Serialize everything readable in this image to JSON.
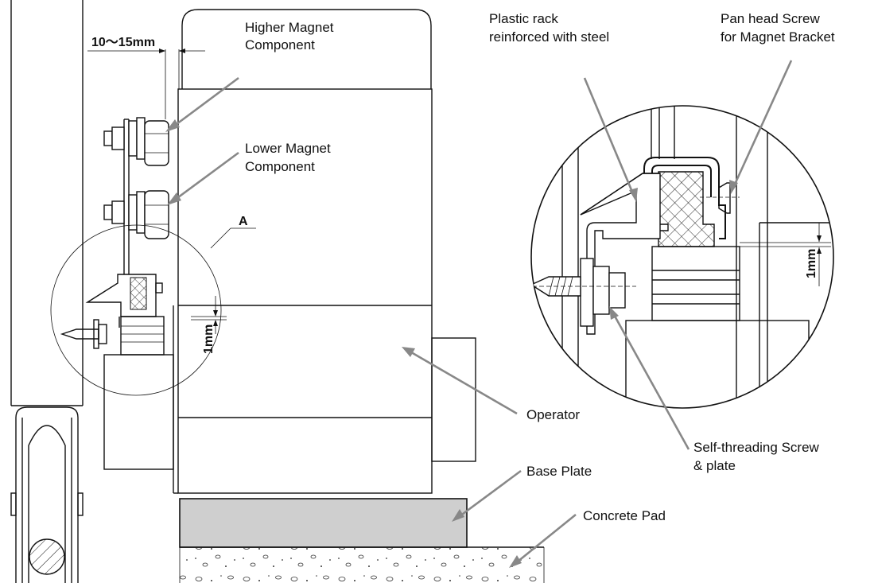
{
  "labels": {
    "higher_magnet": [
      "Higher Magnet",
      "Component"
    ],
    "lower_magnet": [
      "Lower Magnet",
      "Component"
    ],
    "plastic_rack": [
      "Plastic rack",
      "reinforced with steel"
    ],
    "pan_head_screw": [
      "Pan head Screw",
      "for Magnet Bracket"
    ],
    "operator": "Operator",
    "self_threading": [
      "Self-threading Screw",
      "& plate"
    ],
    "base_plate": "Base Plate",
    "concrete_pad": "Concrete Pad",
    "gap_dim": "10～15mm",
    "detail_marker": "A",
    "clearance_dim_small": "1mm",
    "clearance_dim_large": "1mm"
  },
  "colors": {
    "line": "#111111",
    "leader": "#888888",
    "base_plate_fill": "#cfcfcf",
    "background": "#ffffff"
  },
  "icons": {
    "rack_hatch": "crosshatch-pattern",
    "concrete_texture": "aggregate-pattern"
  }
}
